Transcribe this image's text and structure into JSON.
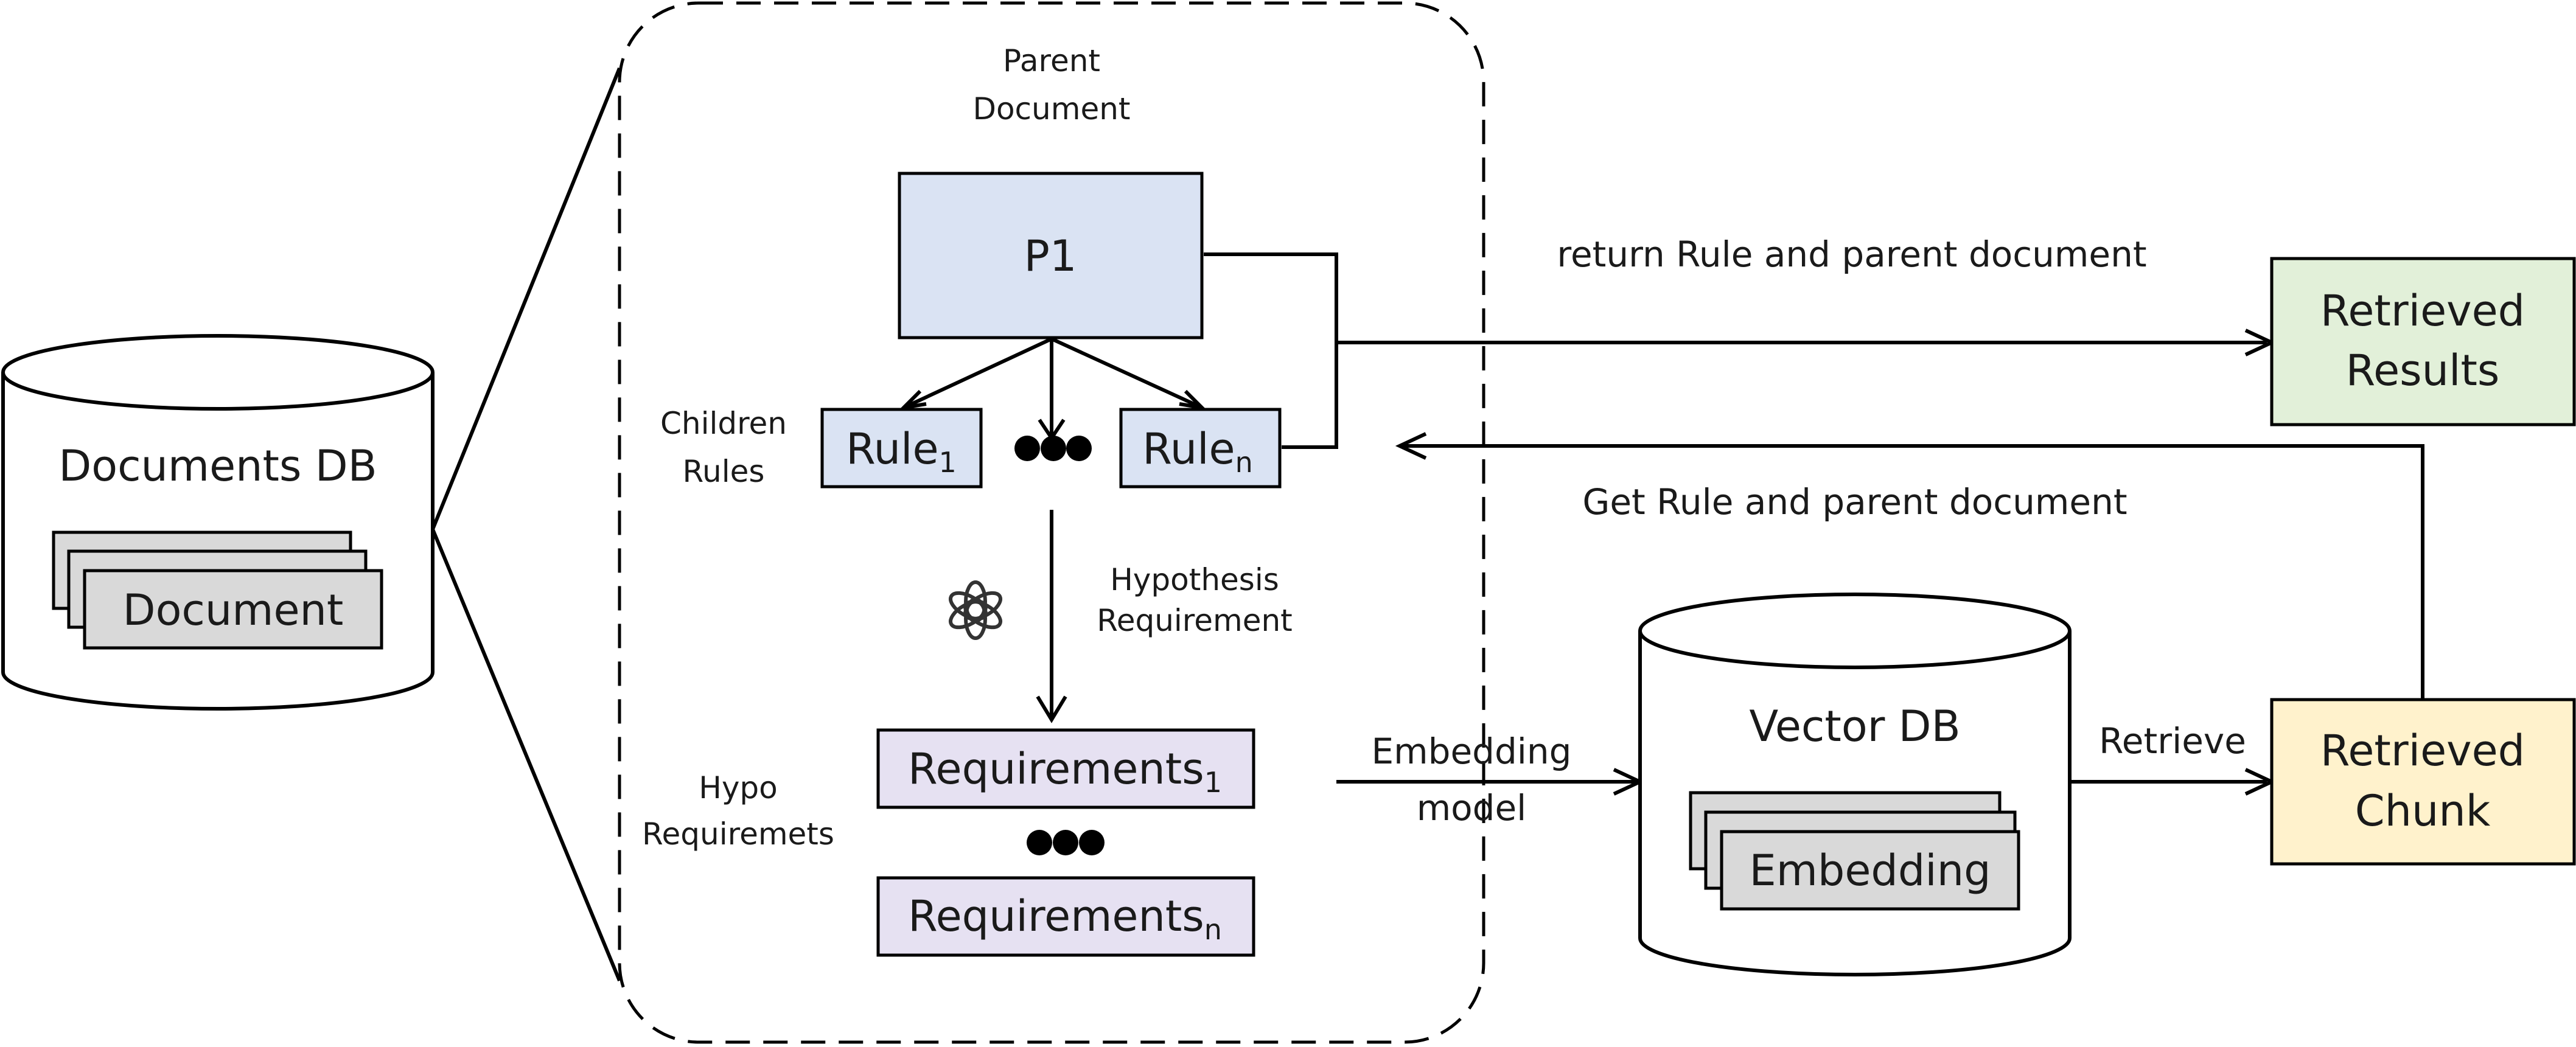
{
  "parent_document": {
    "label_line1": "Parent",
    "label_line2": "Document",
    "p1": "P1"
  },
  "children_rules": {
    "label_line1": "Children",
    "label_line2": "Rules",
    "rule_first_base": "Rule",
    "rule_first_sub": "1",
    "rule_last_base": "Rule",
    "rule_last_sub": "n"
  },
  "hypothesis": {
    "label_line1": "Hypothesis",
    "label_line2": "Requirement",
    "icon": "openai-logo-icon"
  },
  "hypo_requirements": {
    "label_line1": "Hypo",
    "label_line2": "Requiremets",
    "req_first_base": "Requirements",
    "req_first_sub": "1",
    "req_last_base": "Requirements",
    "req_last_sub": "n"
  },
  "documents_db": {
    "title": "Documents DB",
    "card": "Document"
  },
  "vector_db": {
    "title": "Vector DB",
    "card": "Embedding"
  },
  "embedding_model": {
    "line1": "Embedding",
    "line2": "model"
  },
  "retrieve_label": "Retrieve",
  "retrieved_chunk": {
    "line1": "Retrieved",
    "line2": "Chunk"
  },
  "retrieved_results": {
    "line1": "Retrieved",
    "line2": "Results"
  },
  "return_label": "return Rule and parent document",
  "get_label": "Get Rule and parent document",
  "colors": {
    "p1_fill": "#dae3f3",
    "rule_fill": "#dae3f3",
    "req_fill": "#e6e1f2",
    "results_fill": "#e2f0d9",
    "chunk_fill": "#fff2cc",
    "card_fill": "#d9d9d9"
  }
}
